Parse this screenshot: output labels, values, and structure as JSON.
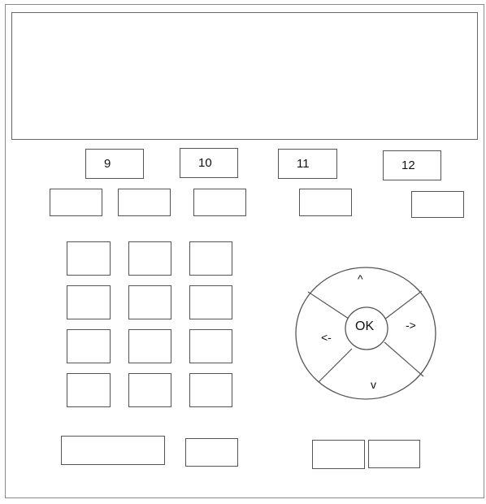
{
  "channel_buttons": [
    {
      "label": "9"
    },
    {
      "label": "10"
    },
    {
      "label": "11"
    },
    {
      "label": "12"
    }
  ],
  "dpad": {
    "up_label": "^",
    "down_label": "v",
    "left_label": "<-",
    "right_label": "->",
    "ok_label": "OK"
  }
}
